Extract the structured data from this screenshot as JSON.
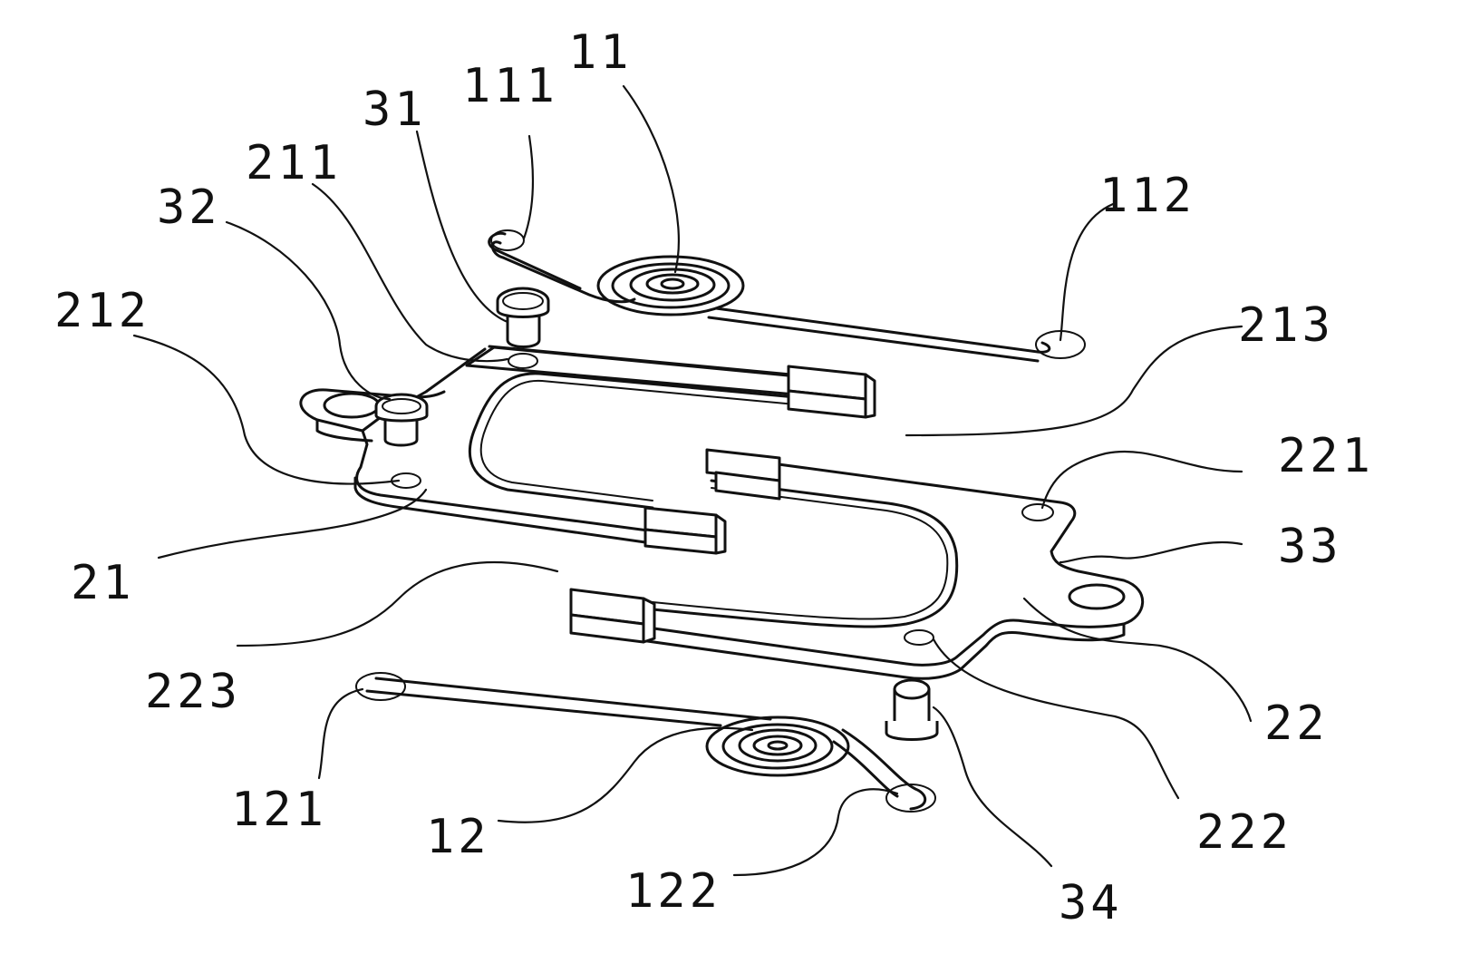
{
  "labels": {
    "l11": "11",
    "l111": "111",
    "l31": "31",
    "l211": "211",
    "l32": "32",
    "l212": "212",
    "l112": "112",
    "l213": "213",
    "l221": "221",
    "l33": "33",
    "l21": "21",
    "l223": "223",
    "l22": "22",
    "l121": "121",
    "l12": "12",
    "l122": "122",
    "l34": "34",
    "l222": "222"
  }
}
